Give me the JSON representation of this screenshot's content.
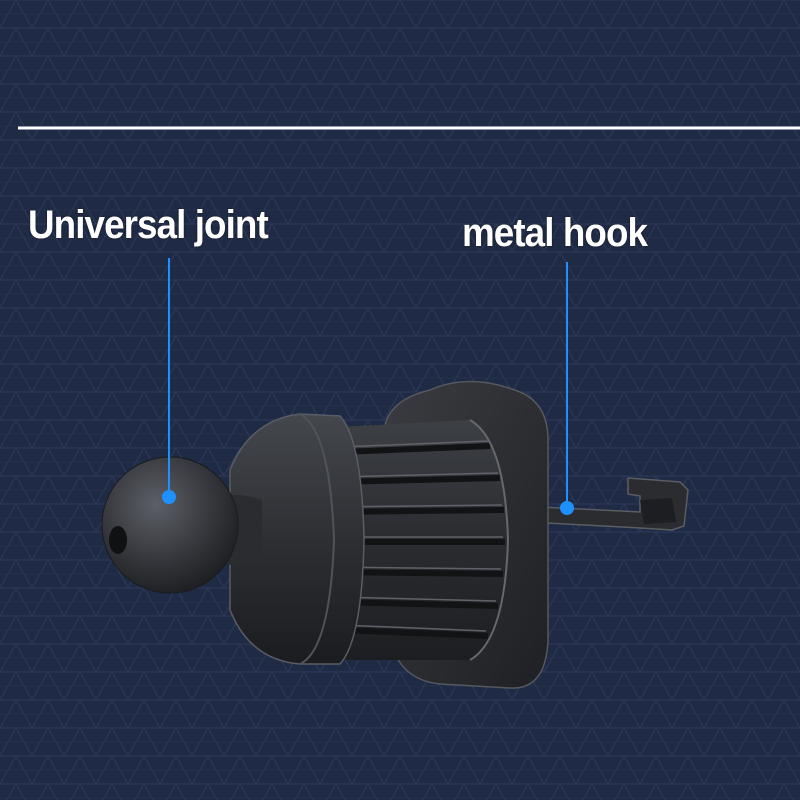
{
  "background": {
    "color": "#1f2a44",
    "pattern": "triangle-grid",
    "pattern_color": "#2a3654"
  },
  "divider": {
    "color": "#ffffff"
  },
  "callouts": [
    {
      "id": "universal-joint",
      "label": "Universal joint",
      "line_color": "#1e90ff",
      "dot_color": "#1e90ff"
    },
    {
      "id": "metal-hook",
      "label": "metal hook",
      "line_color": "#1e90ff",
      "dot_color": "#1e90ff"
    }
  ],
  "product": {
    "body_color": "#2b2d31",
    "highlight_color": "#5a5d63"
  }
}
